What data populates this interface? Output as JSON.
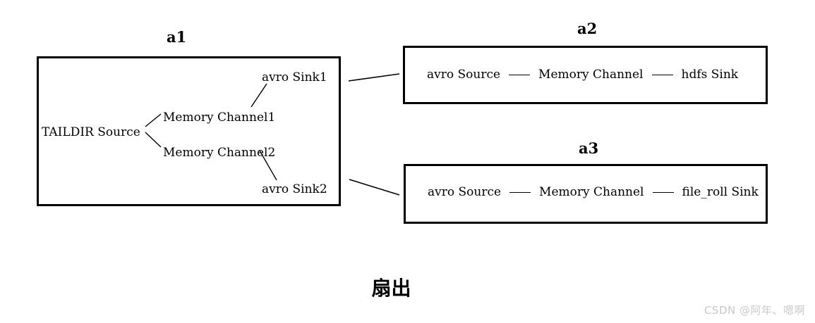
{
  "diagram": {
    "caption": "扇出",
    "watermark": "CSDN @阿年、嗯啊",
    "agents": {
      "a1": {
        "title": "a1",
        "nodes": {
          "source": "TAILDIR Source",
          "channel1": "Memory Channel1",
          "channel2": "Memory Channel2",
          "sink1": "avro Sink1",
          "sink2": "avro Sink2"
        }
      },
      "a2": {
        "title": "a2",
        "pipeline": [
          "avro Source",
          "Memory Channel",
          "hdfs Sink"
        ]
      },
      "a3": {
        "title": "a3",
        "pipeline": [
          "avro Source",
          "Memory Channel",
          "file_roll Sink"
        ]
      }
    },
    "colors": {
      "stroke": "#000000",
      "background": "#ffffff",
      "watermark": "#c9c9c9"
    }
  }
}
